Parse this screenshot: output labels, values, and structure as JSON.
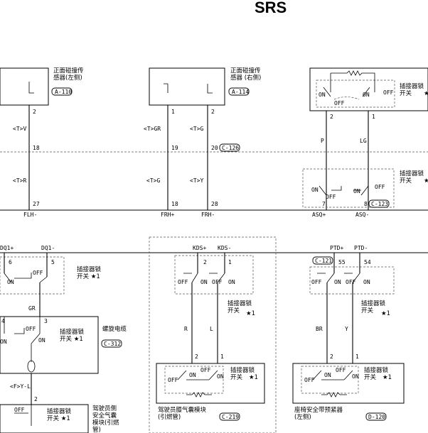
{
  "title": "SRS",
  "top": {
    "sensor_left": {
      "name_l1": "正面碰撞传",
      "name_l2": "感器(左侧)",
      "ref": "A-110",
      "pin": "2",
      "color1": "<T>V",
      "pin_mid": "18",
      "color2": "<T>R",
      "pin_bot": "27",
      "signal": "FLH-"
    },
    "sensor_right": {
      "name_l1": "正面碰撞传",
      "name_l2": "感器 (右侧)",
      "ref": "A-114",
      "pin_a": "1",
      "pin_b": "2",
      "color_a1": "<T>GR",
      "color_b1": "<T>G",
      "pin_a_mid": "19",
      "pin_b_mid": "20",
      "conn_ref": "C-126",
      "color_a2": "<T>G",
      "color_b2": "<T>Y",
      "pin_a_bot": "18",
      "pin_b_bot": "28",
      "signal_a": "FRH+",
      "signal_b": "FRH-"
    },
    "asq": {
      "lock_l1": "插接器锁",
      "lock_l2": "开关",
      "star": "★",
      "pin_a": "2",
      "pin_b": "1",
      "on": "ON",
      "off": "OFF",
      "color_a": "P",
      "color_b": "LG",
      "pin_a_bot": "7",
      "pin_b_bot": "8",
      "conn_ref": "C-123",
      "signal_a": "ASQ+",
      "signal_b": "ASQ-"
    }
  },
  "bottom": {
    "driver": {
      "sig_a": "DQ1+",
      "sig_b": "DQ1-",
      "pin_a": "6",
      "pin_b": "5",
      "on": "ON",
      "off": "OFF",
      "lock_l1": "插接器锁",
      "lock_l2": "开关 ★1",
      "color": "GR",
      "pin_c": "4",
      "pin_d": "3",
      "clock_spring": "螺旋电缆",
      "clock_ref": "C-312",
      "lock2_l1": "插接器锁",
      "lock2_l2": "开关 ★1",
      "color2": "<F>Y-L",
      "pin_e": "2",
      "lock3_l1": "插接器锁",
      "lock3_l2": "开关 ★1",
      "module_l1": "驾驶员侧",
      "module_l2": "安全气囊",
      "module_l3": "模块(引燃",
      "module_l4": "管)"
    },
    "knee": {
      "sig_a": "KDS+",
      "sig_b": "KDS-",
      "pin_a": "2",
      "pin_b": "1",
      "on": "ON",
      "off": "OFF",
      "lock_l1": "插接器锁",
      "lock_l2": "开关",
      "star": "★1",
      "color_a": "R",
      "color_b": "L",
      "pin_c": "2",
      "pin_d": "1",
      "lock2_l1": "插接器锁",
      "lock2_l2": "开关",
      "star2": "★1",
      "module_l1": "驾驶员膝气囊模块",
      "module_l2": "(引燃管)",
      "ref": "C-219"
    },
    "pretensioner": {
      "sig_a": "PTD+",
      "sig_b": "PTD-",
      "ref_top": "C-121",
      "pin_a": "55",
      "pin_b": "54",
      "on": "ON",
      "off": "OFF",
      "lock_l1": "插接器锁",
      "lock_l2": "开关",
      "star": "★1",
      "color_a": "BR",
      "color_b": "Y",
      "pin_c": "2",
      "pin_d": "1",
      "lock2_l1": "插接器锁",
      "lock2_l2": "开关",
      "star2": "★1",
      "module_l1": "座椅安全带预紧器",
      "module_l2": "(左侧)",
      "ref": "D-120"
    }
  }
}
